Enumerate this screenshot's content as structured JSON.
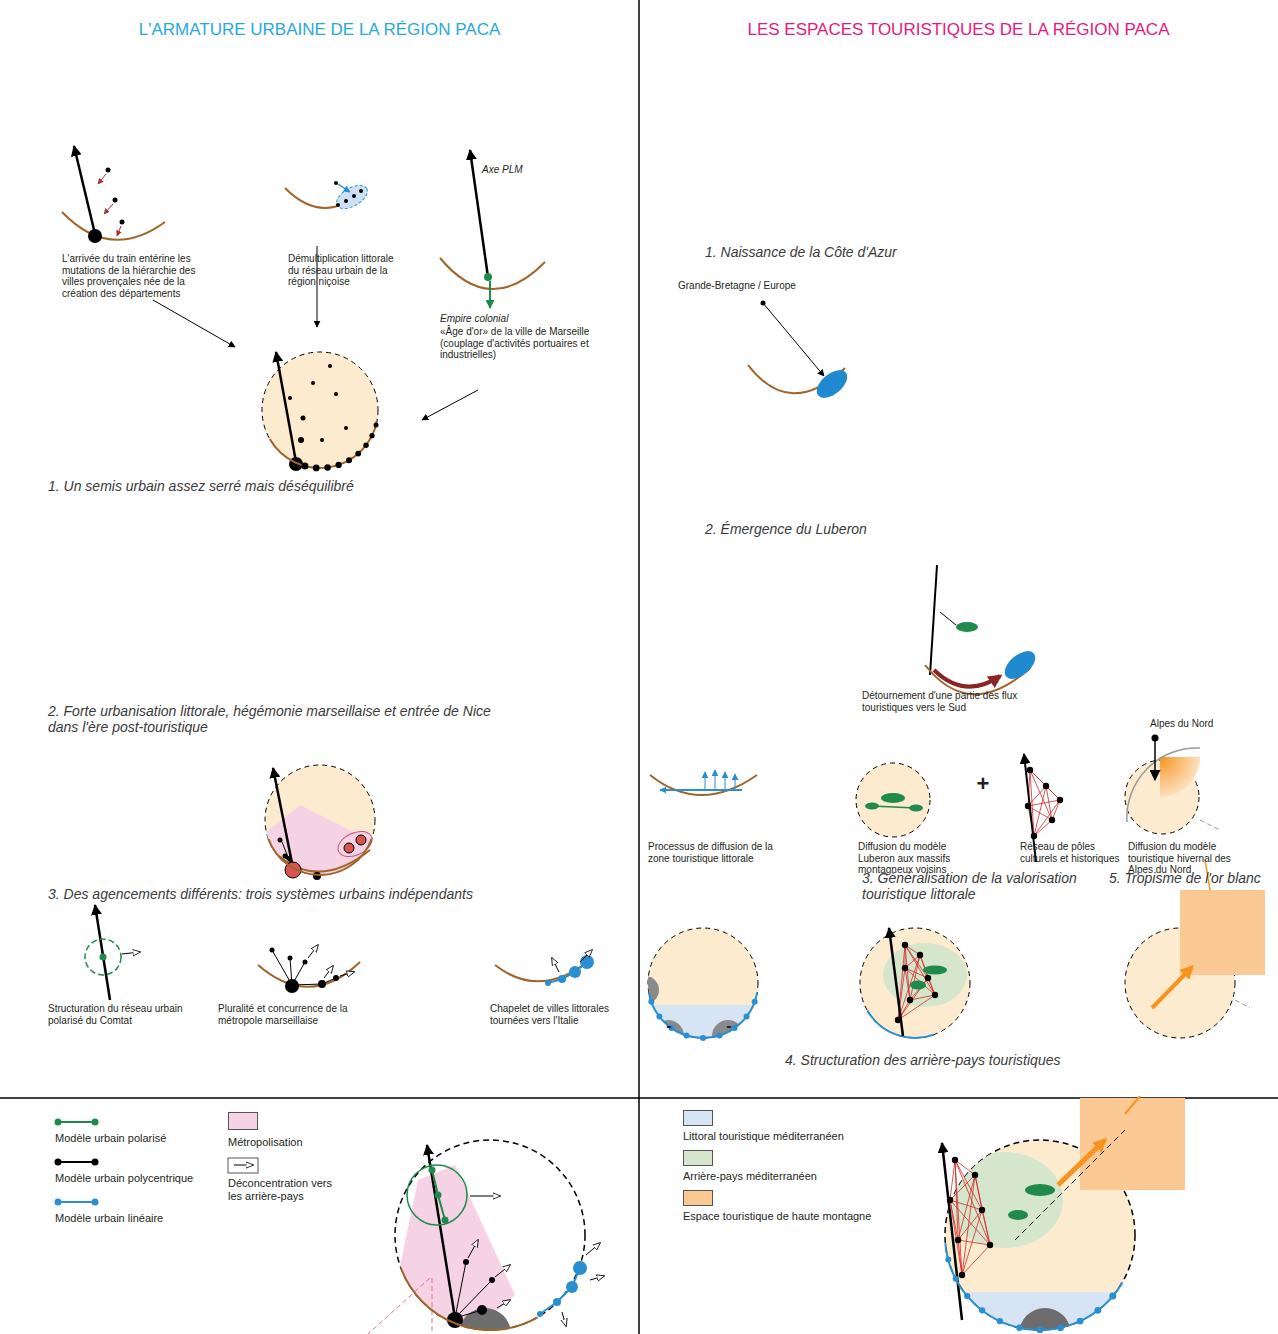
{
  "diagram": {
    "nodes": [
      {
        "text": [
          "L'ARMATURE URBAINE DE LA RÉGION PACA"
        ]
      },
      {
        "text": [
          "LES ESPACES TOURISTIQUES DE LA RÉGION PACA"
        ]
      }
    ],
    "labels": [
      "L'arrivée du train entérine les mutations de la hiérarchie des villes provençales née de la création des départements",
      "Démultiplication littorale du réseau urbain de la région niçoise",
      "Axe PLM",
      "Empire colonial",
      "«Âge d'or» de la ville de Marseille (couplage d'activités portuaires et industrielles)",
      "1. Un semis urbain assez serré mais déséquilibré",
      "2. Forte urbanisation littorale, hégémonie marseillaise et entrée de Nice dans l'ère post-touristique",
      "3. Des agencements différents: trois systèmes urbains indépendants",
      "Structuration du réseau urbain polarisé du Comtat",
      "Pluralité et concurrence de la métropole marseillaise",
      "Chapelet de villes littorales tournées vers l'Italie",
      "1. Naissance de la Côte d'Azur",
      "Grande-Bretagne / Europe",
      "2. Émergence du Luberon",
      "Détournement d'une partie des flux touristiques vers le Sud",
      "Alpes du Nord",
      "Processus de diffusion de la zone touristique littorale",
      "Diffusion du modèle Luberon aux massifs montagneux voisins",
      "+",
      "Réseau de pôles culturels et historiques",
      "Diffusion du modèle touristique hivernal des Alpes du Nord",
      "3. Généralisation de la valorisation touristique littorale",
      "5. Tropisme de l'or blanc",
      "-",
      "-",
      "4. Structuration des arrière-pays touristiques"
    ],
    "legend": [
      {
        "text": "Modèle urbain polarisé"
      },
      {
        "text": "Modèle urbain polycentrique"
      },
      {
        "text": "Modèle urbain linéaire"
      },
      {
        "text": "Métropolisation",
        "color": "#f5d3e4"
      },
      {
        "text": "Déconcentration vers les arrière-pays"
      },
      {
        "text": "Littoral touristique méditerranéen",
        "color": "#d6e4f3"
      },
      {
        "text": "Arrière-pays méditerranéen",
        "color": "#d6e6cc"
      },
      {
        "text": "Espace touristique de haute montagne",
        "color": "#fbc993"
      }
    ]
  }
}
